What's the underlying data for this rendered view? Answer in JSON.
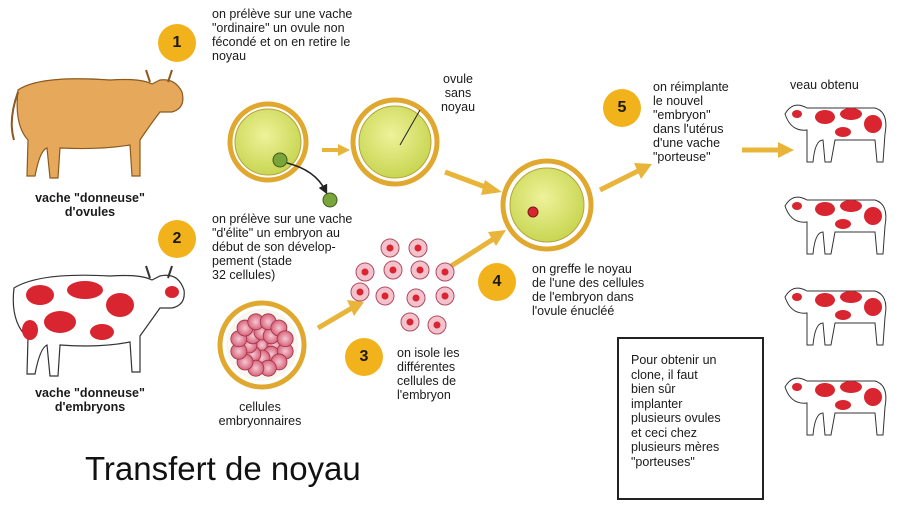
{
  "title": "Transfert de noyau",
  "steps": [
    {
      "number": "1",
      "text": "on prélève sur une vache\n\"ordinaire\"  un ovule non\nfécondé et on en retire le\nnoyau"
    },
    {
      "number": "2",
      "text": "on prélève sur une vache\n\"d'élite\" un embryon au\ndébut de son dévelop-\npement (stade\n32 cellules)"
    },
    {
      "number": "3",
      "text": "on isole les\ndifférentes\ncellules de\nl'embryon"
    },
    {
      "number": "4",
      "text": "on greffe le noyau\nde l'une des cellules\nde l'embryon dans\nl'ovule énucléé"
    },
    {
      "number": "5",
      "text": "on réimplante\nle nouvel\n\"embryon\"\ndans l'utérus\nd'une vache\n\"porteuse\""
    }
  ],
  "labels": {
    "cow_donor_ovules": "vache \"donneuse\"\nd'ovules",
    "cow_donor_embryos": "vache \"donneuse\"\nd'embryons",
    "ovule_no_nucleus": "ovule\nsans\nnoyau",
    "embryo_cells": "cellules\nembryonnaires",
    "calf_result": "veau obtenu"
  },
  "note": "Pour obtenir un\nclone, il faut\nbien sûr\nimplanter\nplusieurs ovules\net ceci chez\nplusieurs mères\n\"porteuses\"",
  "colors": {
    "badge": "#f2b21b",
    "ovule": "#d8e26a",
    "ring": "#e0a82e",
    "spots": "#d8252f",
    "cow_tan": "#e6a85a",
    "arrow": "#e8b53a",
    "nucleus_green": "#7aa53a"
  },
  "icons": [
    "tan-cow-icon",
    "spotted-cow-icon",
    "calf-icon",
    "arrow-icon"
  ]
}
